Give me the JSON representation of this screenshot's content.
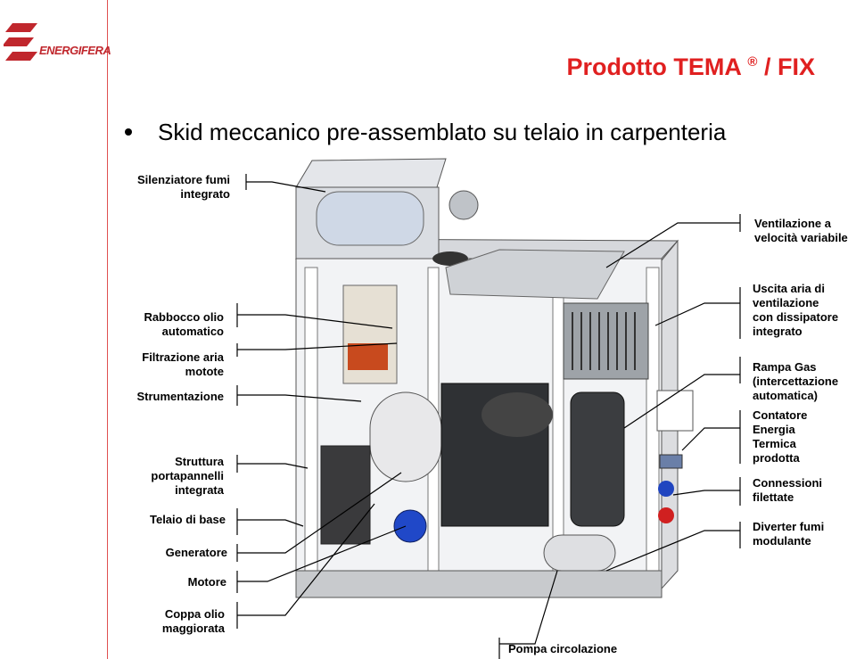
{
  "brand": {
    "logo_text": "ENERGIFERA",
    "color": "#c0272d"
  },
  "header": {
    "title_prefix": "Prodotto TEMA",
    "registered": "®",
    "title_suffix": " / FIX",
    "title_color": "#e02020"
  },
  "main": {
    "bullet": "Skid meccanico pre-assemblato su telaio in carpenteria"
  },
  "labels_left": {
    "silenziatore": [
      "Silenziatore fumi",
      "integrato"
    ],
    "rabbocco": [
      "Rabbocco olio",
      "automatico"
    ],
    "filtrazione": [
      "Filtrazione aria",
      "motote"
    ],
    "strumentazione": [
      "Strumentazione"
    ],
    "struttura": [
      "Struttura",
      "portapannelli",
      "integrata"
    ],
    "telaio": [
      "Telaio di base"
    ],
    "generatore": [
      "Generatore"
    ],
    "motore": [
      "Motore"
    ],
    "coppa": [
      "Coppa olio",
      "maggiorata"
    ]
  },
  "labels_right": {
    "ventilazione": [
      "Ventilazione a",
      "velocità variabile"
    ],
    "uscita": [
      "Uscita aria di",
      "ventilazione",
      "con dissipatore",
      "integrato"
    ],
    "rampa": [
      "Rampa Gas",
      "(intercettazione",
      "automatica)"
    ],
    "contatore": [
      "Contatore",
      "Energia",
      "Termica",
      "prodotta"
    ],
    "connessioni": [
      "Connessioni",
      "filettate"
    ],
    "diverter": [
      "Diverter fumi",
      "modulante"
    ]
  },
  "labels_bottom": {
    "pompa": "Pompa circolazione"
  }
}
